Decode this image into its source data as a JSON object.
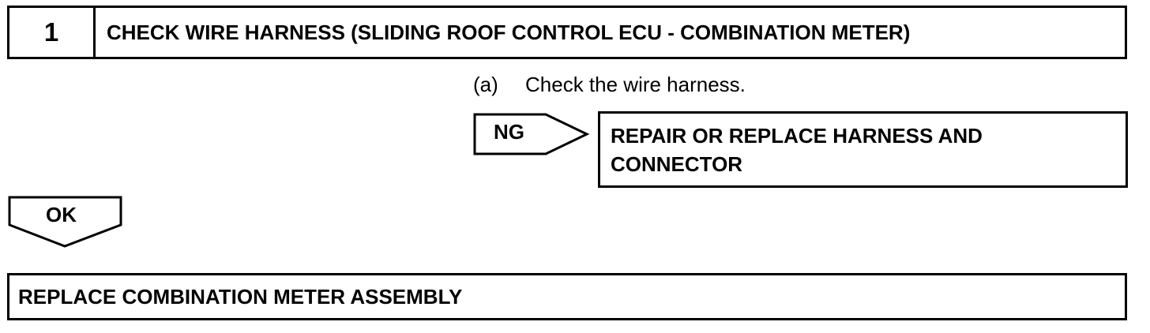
{
  "step": {
    "number": "1",
    "title": "CHECK WIRE HARNESS (SLIDING ROOF CONTROL ECU - COMBINATION METER)"
  },
  "instruction": {
    "marker": "(a)",
    "text": "Check the wire harness."
  },
  "ng_branch": {
    "label": "NG",
    "result": "REPAIR OR REPLACE HARNESS AND CONNECTOR"
  },
  "ok_branch": {
    "label": "OK"
  },
  "final_action": "REPLACE COMBINATION METER ASSEMBLY"
}
